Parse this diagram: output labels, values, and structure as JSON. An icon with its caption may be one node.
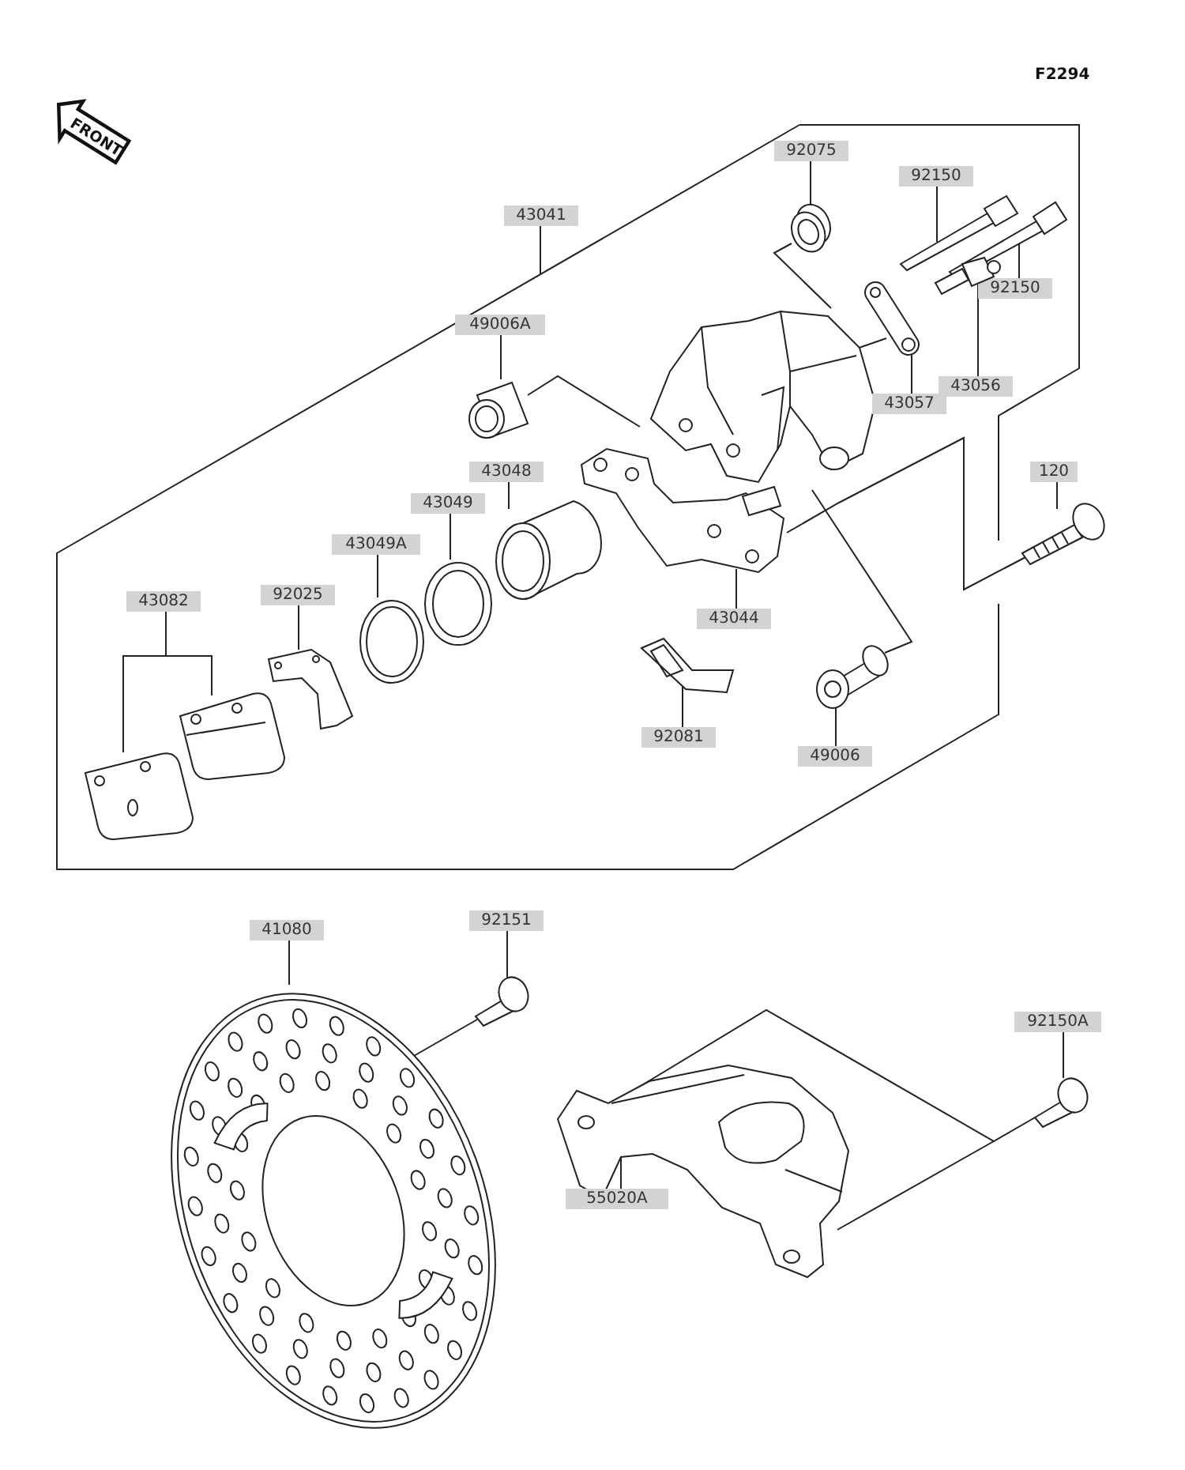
{
  "diagram": {
    "nodes": [
      {
        "text": [
          "FRONT"
        ]
      },
      {
        "text": [
          "43041"
        ]
      },
      {
        "text": [
          "92075"
        ]
      },
      {
        "text": [],
        "shape": "picture"
      },
      {
        "text": [
          "92150"
        ]
      },
      {
        "text": [],
        "shape": "picture"
      },
      {
        "text": [],
        "shape": "picture"
      },
      {
        "text": [
          "92150"
        ]
      },
      {
        "text": [
          "49006A"
        ]
      },
      {
        "text": [],
        "shape": "picture"
      },
      {
        "text": [],
        "shape": "picture"
      },
      {
        "text": [],
        "shape": "picture"
      },
      {
        "text": [
          "43057"
        ]
      },
      {
        "text": [],
        "shape": "picture"
      },
      {
        "text": [
          "43056"
        ]
      },
      {
        "text": [
          "120"
        ]
      },
      {
        "text": [],
        "shape": "picture"
      },
      {
        "text": [
          "43048"
        ]
      },
      {
        "text": [],
        "shape": "picture"
      },
      {
        "text": [
          "43049"
        ]
      },
      {
        "text": [],
        "shape": "picture"
      },
      {
        "text": [
          "43049A"
        ]
      },
      {
        "text": [],
        "shape": "picture"
      },
      {
        "text": [
          "43082"
        ]
      },
      {
        "text": [],
        "shape": "picture"
      },
      {
        "text": [],
        "shape": "picture"
      },
      {
        "text": [
          "92025"
        ]
      },
      {
        "text": [],
        "shape": "picture"
      },
      {
        "text": [],
        "shape": "picture"
      },
      {
        "text": [
          "43044"
        ]
      },
      {
        "text": [],
        "shape": "picture"
      },
      {
        "text": [
          "92081"
        ]
      },
      {
        "text": [],
        "shape": "picture"
      },
      {
        "text": [
          "49006"
        ]
      },
      {
        "text": [
          "41080"
        ]
      },
      {
        "text": [],
        "shape": "picture"
      },
      {
        "text": [
          "92151"
        ]
      },
      {
        "text": [],
        "shape": "picture"
      },
      {
        "text": [
          "92150A"
        ]
      },
      {
        "text": [],
        "shape": "picture"
      },
      {
        "text": [],
        "shape": "picture"
      },
      {
        "text": [
          "55020A"
        ]
      }
    ],
    "edges": [
      {
        "from": 1,
        "to": null,
        "arrow": "none"
      },
      {
        "from": 2,
        "to": 3,
        "arrow": "none"
      },
      {
        "from": 3,
        "to": 10,
        "arrow": "none"
      },
      {
        "from": 4,
        "to": 5,
        "arrow": "none"
      },
      {
        "from": 7,
        "to": 6,
        "arrow": "none"
      },
      {
        "from": 8,
        "to": 9,
        "arrow": "none"
      },
      {
        "from": 9,
        "to": 10,
        "arrow": "none"
      },
      {
        "from": 12,
        "to": 11,
        "arrow": "none"
      },
      {
        "from": 11,
        "to": 10,
        "arrow": "none"
      },
      {
        "from": 14,
        "to": 13,
        "arrow": "none"
      },
      {
        "from": 15,
        "to": 16,
        "arrow": "none"
      },
      {
        "from": 16,
        "to": 28,
        "arrow": "none"
      },
      {
        "from": 17,
        "to": 18,
        "arrow": "none"
      },
      {
        "from": 19,
        "to": 20,
        "arrow": "none"
      },
      {
        "from": 21,
        "to": 22,
        "arrow": "none"
      },
      {
        "from": 23,
        "to": 24,
        "arrow": "none"
      },
      {
        "from": 23,
        "to": 25,
        "arrow": "none"
      },
      {
        "from": 26,
        "to": 27,
        "arrow": "none"
      },
      {
        "from": 29,
        "to": 28,
        "arrow": "none"
      },
      {
        "from": 31,
        "to": 30,
        "arrow": "none"
      },
      {
        "from": 33,
        "to": 32,
        "arrow": "none"
      },
      {
        "from": 32,
        "to": 10,
        "arrow": "none"
      },
      {
        "from": 34,
        "to": 35,
        "arrow": "none"
      },
      {
        "from": 36,
        "to": 37,
        "arrow": "none"
      },
      {
        "from": 37,
        "to": 35,
        "arrow": "none"
      },
      {
        "from": 38,
        "to": 39,
        "arrow": "none"
      },
      {
        "from": 39,
        "to": 40,
        "arrow": "none"
      },
      {
        "from": 41,
        "to": 40,
        "arrow": "none"
      }
    ],
    "labels": [
      "F2294"
    ]
  }
}
